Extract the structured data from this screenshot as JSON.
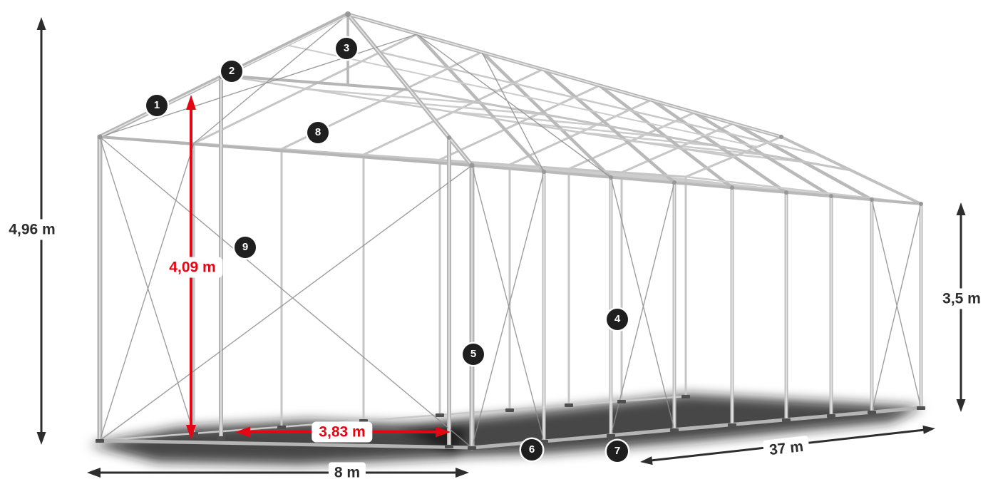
{
  "diagram": {
    "subject": "tent frame with dimension lines",
    "dimensions": {
      "total_height": "4,96 m",
      "clear_height": "4,09 m",
      "side_height": "3,5 m",
      "width": "8 m",
      "length": "37 m",
      "clear_width": "3,83 m"
    },
    "markers": [
      {
        "number": "1"
      },
      {
        "number": "2"
      },
      {
        "number": "3"
      },
      {
        "number": "4"
      },
      {
        "number": "5"
      },
      {
        "number": "6"
      },
      {
        "number": "7"
      },
      {
        "number": "8"
      },
      {
        "number": "9"
      }
    ],
    "colors": {
      "dimension_color": "#2d2d2d",
      "highlight_color": "#e30613",
      "frame_color": "#b9b9b9",
      "background": "#ffffff"
    }
  }
}
